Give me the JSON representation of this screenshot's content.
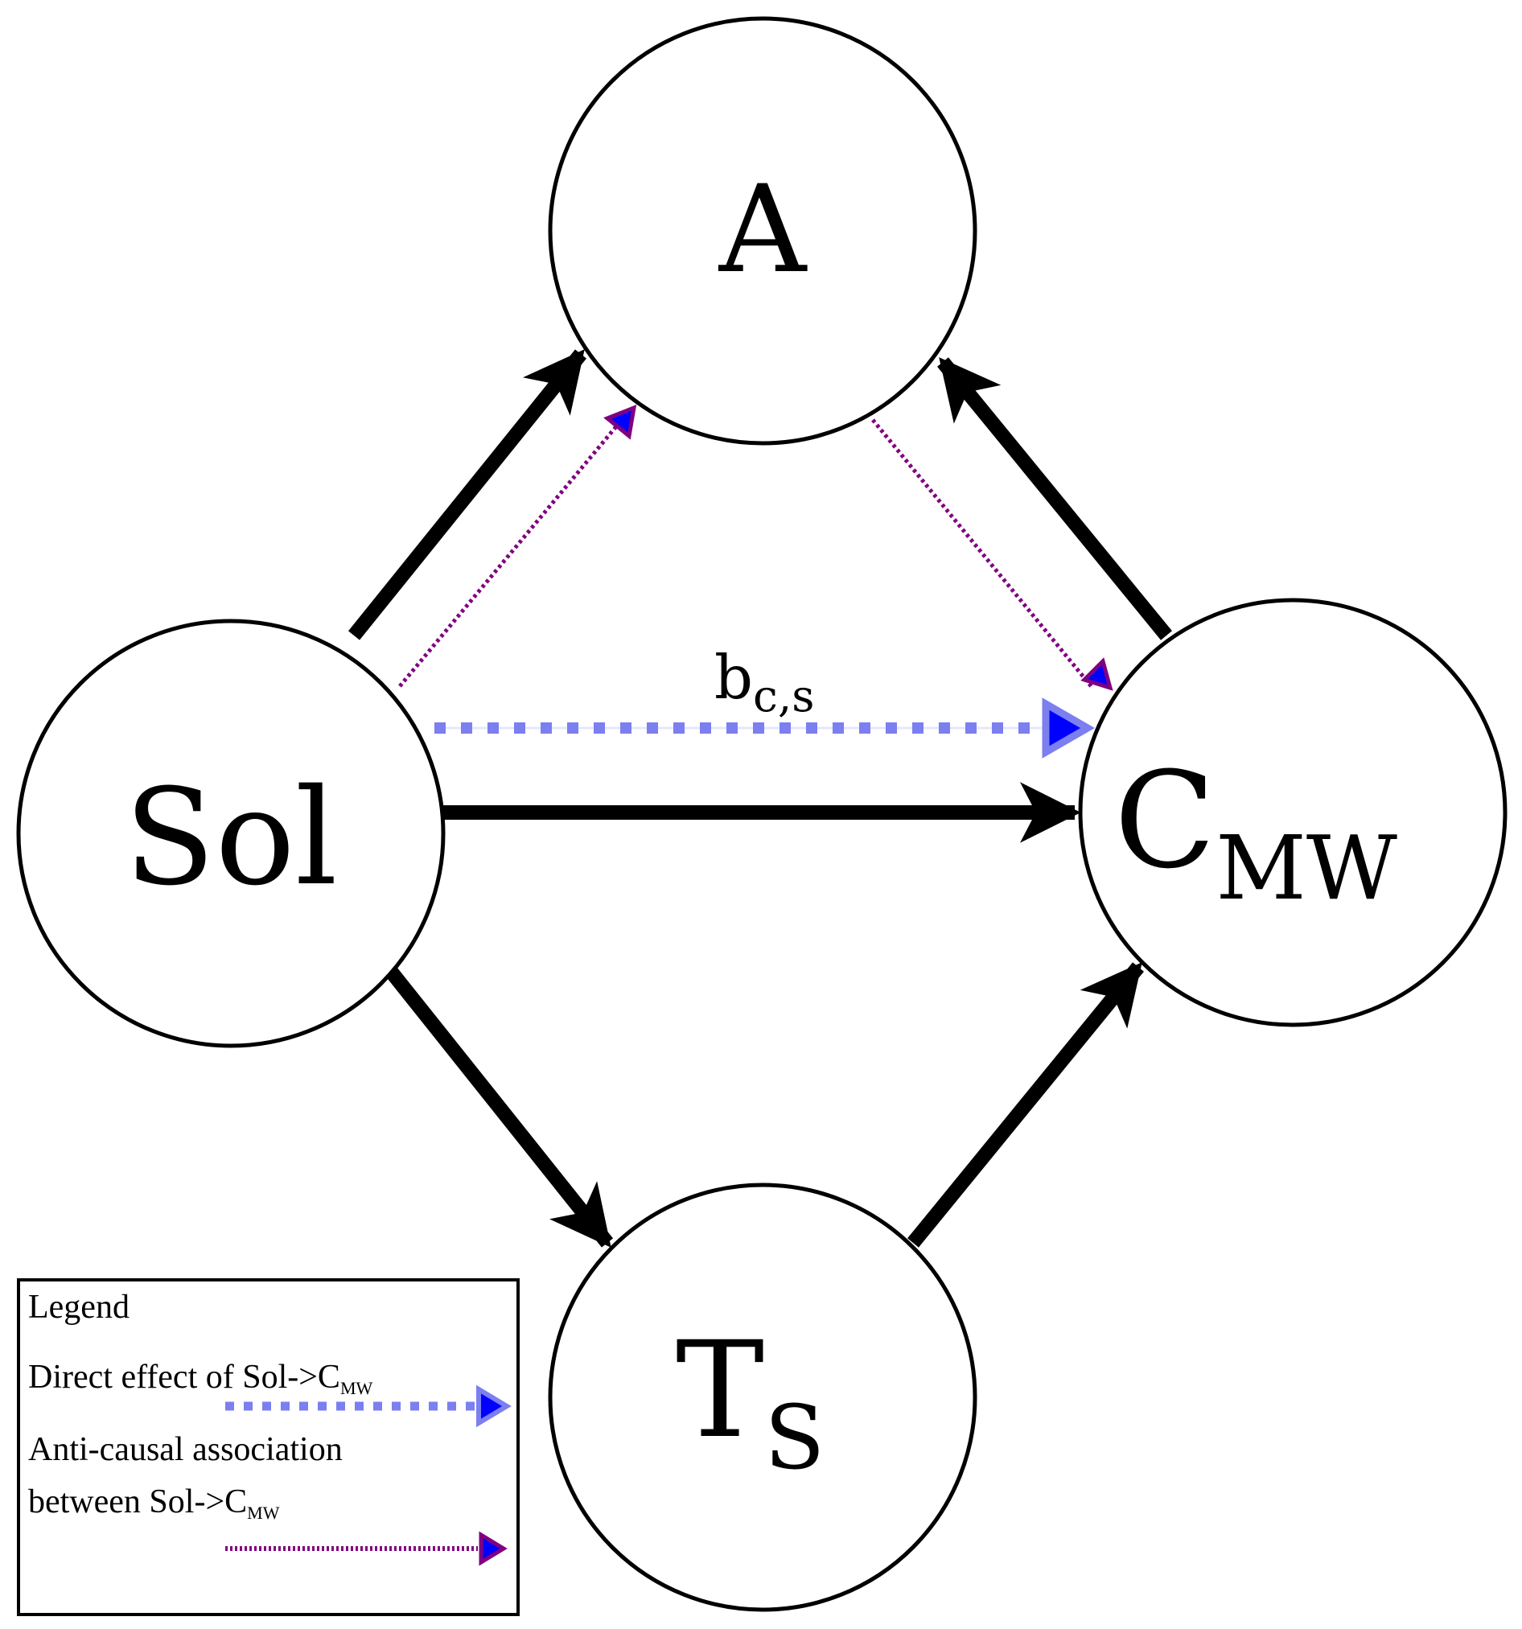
{
  "nodes": {
    "A": {
      "label": "A",
      "sub": ""
    },
    "Sol": {
      "label": "Sol",
      "sub": ""
    },
    "CMW": {
      "label": "C",
      "sub": "MW"
    },
    "TS": {
      "label": "T",
      "sub": "S"
    }
  },
  "edge_label": {
    "main": "b",
    "sub": "c,s"
  },
  "edges": [
    {
      "from": "Sol",
      "to": "A",
      "type": "causal"
    },
    {
      "from": "CMW",
      "to": "A",
      "type": "causal"
    },
    {
      "from": "Sol",
      "to": "CMW",
      "type": "causal"
    },
    {
      "from": "Sol",
      "to": "TS",
      "type": "causal"
    },
    {
      "from": "TS",
      "to": "CMW",
      "type": "causal"
    },
    {
      "from": "Sol",
      "to": "CMW",
      "type": "direct-effect"
    },
    {
      "from": "Sol",
      "to": "A",
      "type": "anti-causal"
    },
    {
      "from": "A",
      "to": "CMW",
      "type": "anti-causal"
    }
  ],
  "colors": {
    "causal": "#000000",
    "direct_effect": "#7b7fef",
    "direct_effect_head": "#0000ff",
    "anti_causal": "#800080",
    "anti_causal_head": "#0000ff"
  },
  "legend": {
    "title": "Legend",
    "item1": {
      "text": "Direct effect of Sol->C",
      "sub": "MW"
    },
    "item2_line1": "Anti-causal association",
    "item2_line2": {
      "text": "between Sol->C",
      "sub": "MW"
    }
  }
}
